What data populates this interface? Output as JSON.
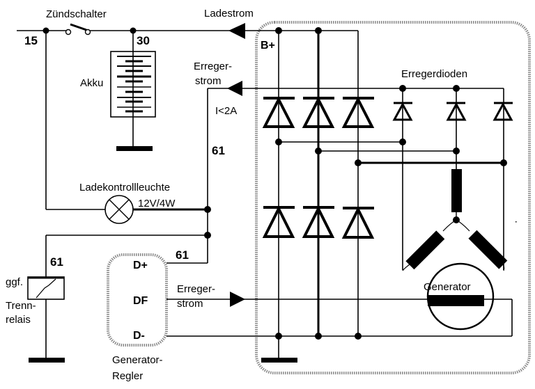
{
  "diagram": {
    "title": "Lichtmaschinen-Schaltplan",
    "colors": {
      "line": "#000000",
      "background": "#ffffff",
      "enclosure": "#888888"
    }
  },
  "labels": {
    "ignition_switch": "Zündschalter",
    "charging_current": "Ladestrom",
    "terminal_15": "15",
    "terminal_30": "30",
    "battery": "Akku",
    "excitation_current_top_1": "Erreger-",
    "excitation_current_top_2": "strom",
    "current_limit": "I<2A",
    "terminal_61_upper": "61",
    "charge_lamp": "Ladekontrollleuchte",
    "lamp_rating": "12V/4W",
    "terminal_61_mid": "61",
    "terminal_61_left": "61",
    "relay_optional": "ggf.",
    "relay_1": "Trenn-",
    "relay_2": "relais",
    "regulator_pin_dplus": "D+",
    "regulator_pin_df": "DF",
    "regulator_pin_dminus": "D-",
    "excitation_current_bottom_1": "Erreger-",
    "excitation_current_bottom_2": "strom",
    "regulator_1": "Generator-",
    "regulator_2": "Regler",
    "b_plus": "B+",
    "excitation_diodes": "Erregerdioden",
    "generator": "Generator"
  }
}
